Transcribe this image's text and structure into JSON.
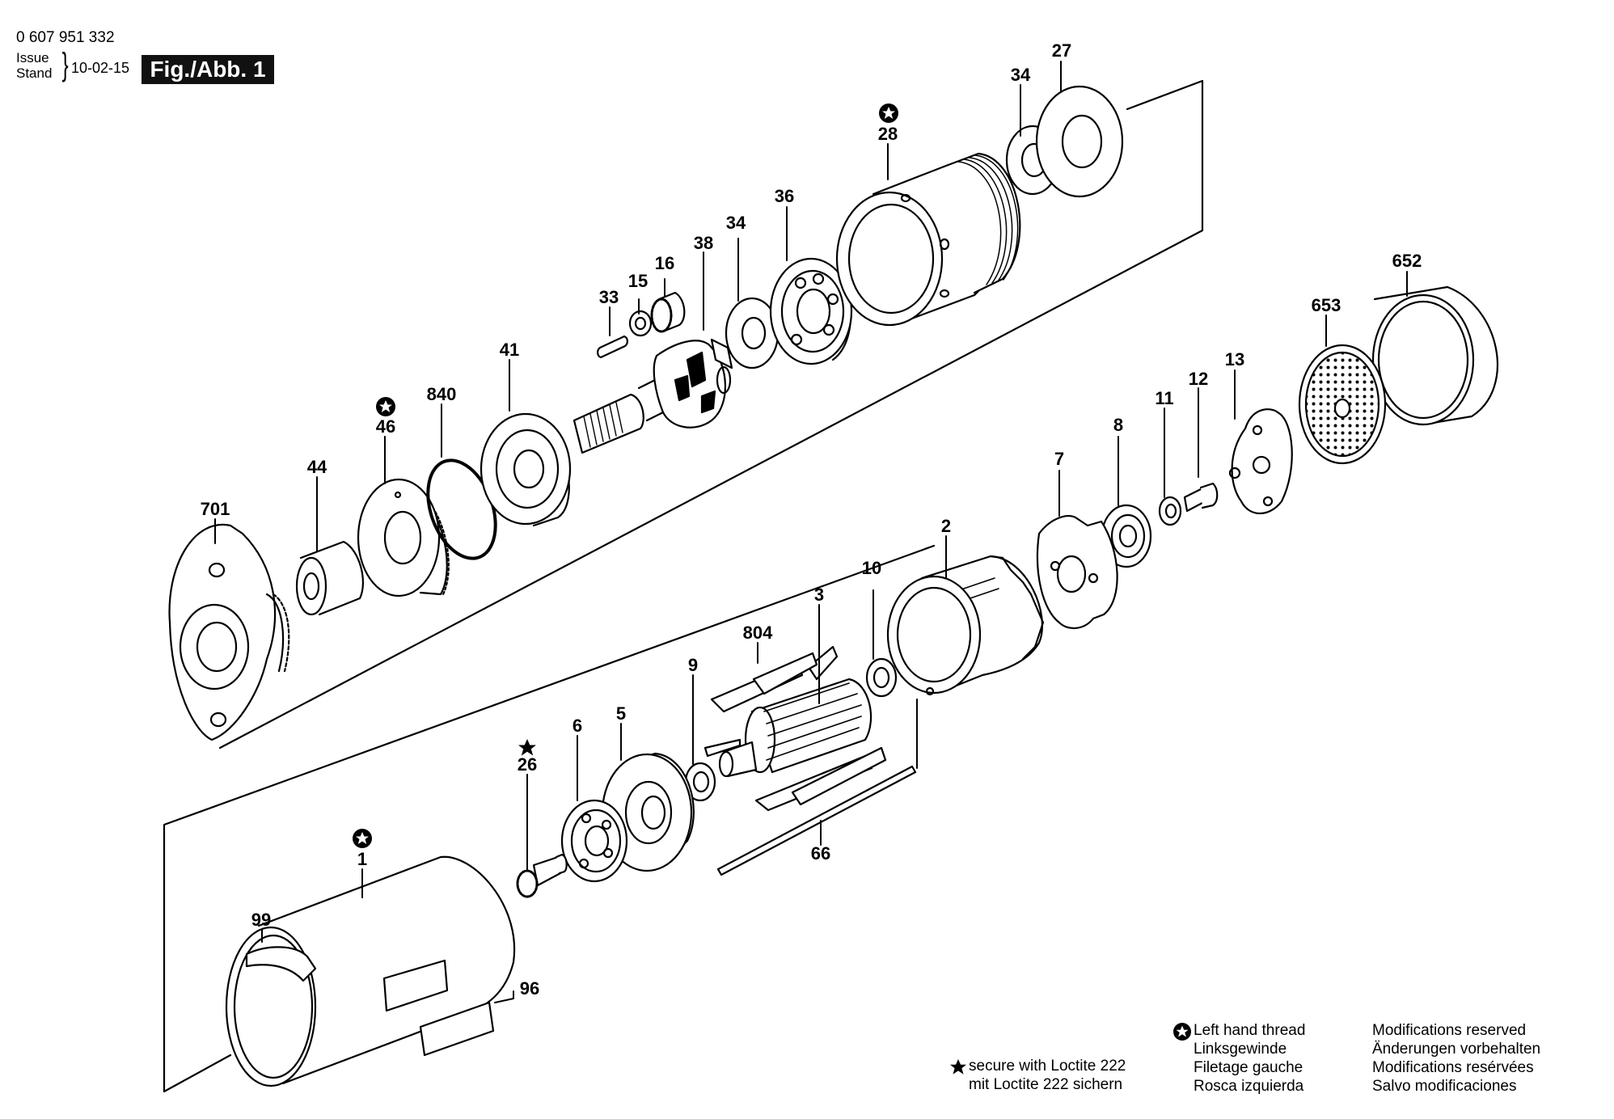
{
  "header": {
    "doc_number": "0 607 951 332",
    "issue_label": "Issue",
    "stand_label": "Stand",
    "date": "10-02-15",
    "figure_label": "Fig./Abb. 1"
  },
  "callouts": [
    {
      "id": "c27",
      "label": "27"
    },
    {
      "id": "c34a",
      "label": "34"
    },
    {
      "id": "c28",
      "label": "28"
    },
    {
      "id": "c36",
      "label": "36"
    },
    {
      "id": "c34b",
      "label": "34"
    },
    {
      "id": "c38",
      "label": "38"
    },
    {
      "id": "c16",
      "label": "16"
    },
    {
      "id": "c15",
      "label": "15"
    },
    {
      "id": "c33",
      "label": "33"
    },
    {
      "id": "c41",
      "label": "41"
    },
    {
      "id": "c840",
      "label": "840"
    },
    {
      "id": "c46",
      "label": "46"
    },
    {
      "id": "c44",
      "label": "44"
    },
    {
      "id": "c701",
      "label": "701"
    },
    {
      "id": "c652",
      "label": "652"
    },
    {
      "id": "c653",
      "label": "653"
    },
    {
      "id": "c13",
      "label": "13"
    },
    {
      "id": "c12",
      "label": "12"
    },
    {
      "id": "c11",
      "label": "11"
    },
    {
      "id": "c8",
      "label": "8"
    },
    {
      "id": "c7",
      "label": "7"
    },
    {
      "id": "c2",
      "label": "2"
    },
    {
      "id": "c10",
      "label": "10"
    },
    {
      "id": "c3",
      "label": "3"
    },
    {
      "id": "c804",
      "label": "804"
    },
    {
      "id": "c9",
      "label": "9"
    },
    {
      "id": "c5",
      "label": "5"
    },
    {
      "id": "c6",
      "label": "6"
    },
    {
      "id": "c26",
      "label": "26"
    },
    {
      "id": "c1",
      "label": "1"
    },
    {
      "id": "c99",
      "label": "99"
    },
    {
      "id": "c96",
      "label": "96"
    },
    {
      "id": "c66",
      "label": "66"
    }
  ],
  "legend": {
    "loctite_line1": "secure with Loctite 222",
    "loctite_line2": "mit Loctite 222 sichern",
    "thread_lines": [
      "Left hand thread",
      "Linksgewinde",
      "Filetage gauche",
      "Rosca izquierda"
    ],
    "mods_lines": [
      "Modifications reserved",
      "Änderungen vorbehalten",
      "Modifications resérvées",
      "Salvo modificaciones"
    ]
  },
  "icons": {
    "left_hand_thread": "left-hand-thread-star-icon",
    "loctite": "loctite-star-icon"
  }
}
